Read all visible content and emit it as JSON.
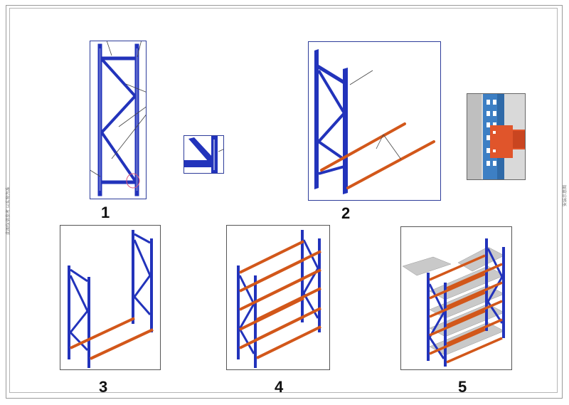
{
  "steps": [
    {
      "label": "1"
    },
    {
      "label": "2"
    },
    {
      "label": "3"
    },
    {
      "label": "4"
    },
    {
      "label": "5"
    }
  ],
  "colors": {
    "upright": "#2233bb",
    "beam": "#d2571a",
    "shelf": "#c9c9c9",
    "photo_upright": "#3d7fc4",
    "photo_beam": "#e0552b"
  },
  "side_note_left": "此图仅供参考 以实物为准",
  "side_note_right": "安装示意图"
}
